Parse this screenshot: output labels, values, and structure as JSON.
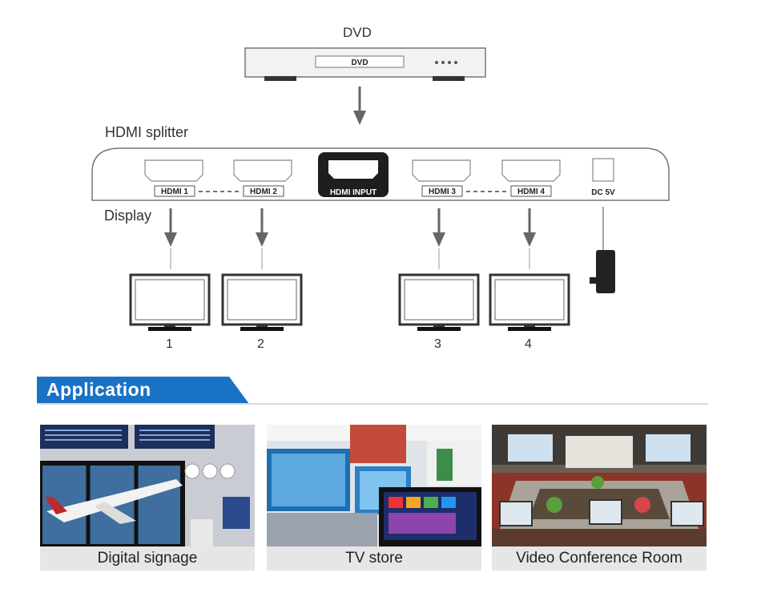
{
  "diagram": {
    "source_label": "DVD",
    "source_device_label": "DVD",
    "splitter_label": "HDMI splitter",
    "display_label": "Display",
    "ports": {
      "out1": "HDMI 1",
      "out2": "HDMI 2",
      "input": "HDMI INPUT",
      "out3": "HDMI 3",
      "out4": "HDMI 4",
      "power": "DC 5V"
    },
    "monitor_numbers": [
      "1",
      "2",
      "3",
      "4"
    ]
  },
  "application": {
    "heading": "Application",
    "items": [
      {
        "caption": "Digital signage",
        "photo": "airport-display-photo"
      },
      {
        "caption": "TV store",
        "photo": "tv-store-photo"
      },
      {
        "caption": "Video Conference Room",
        "photo": "conference-room-photo"
      }
    ]
  },
  "colors": {
    "accent_blue": "#1a72c4",
    "line_gray": "#555555",
    "caption_bg": "#e6e6e6"
  }
}
